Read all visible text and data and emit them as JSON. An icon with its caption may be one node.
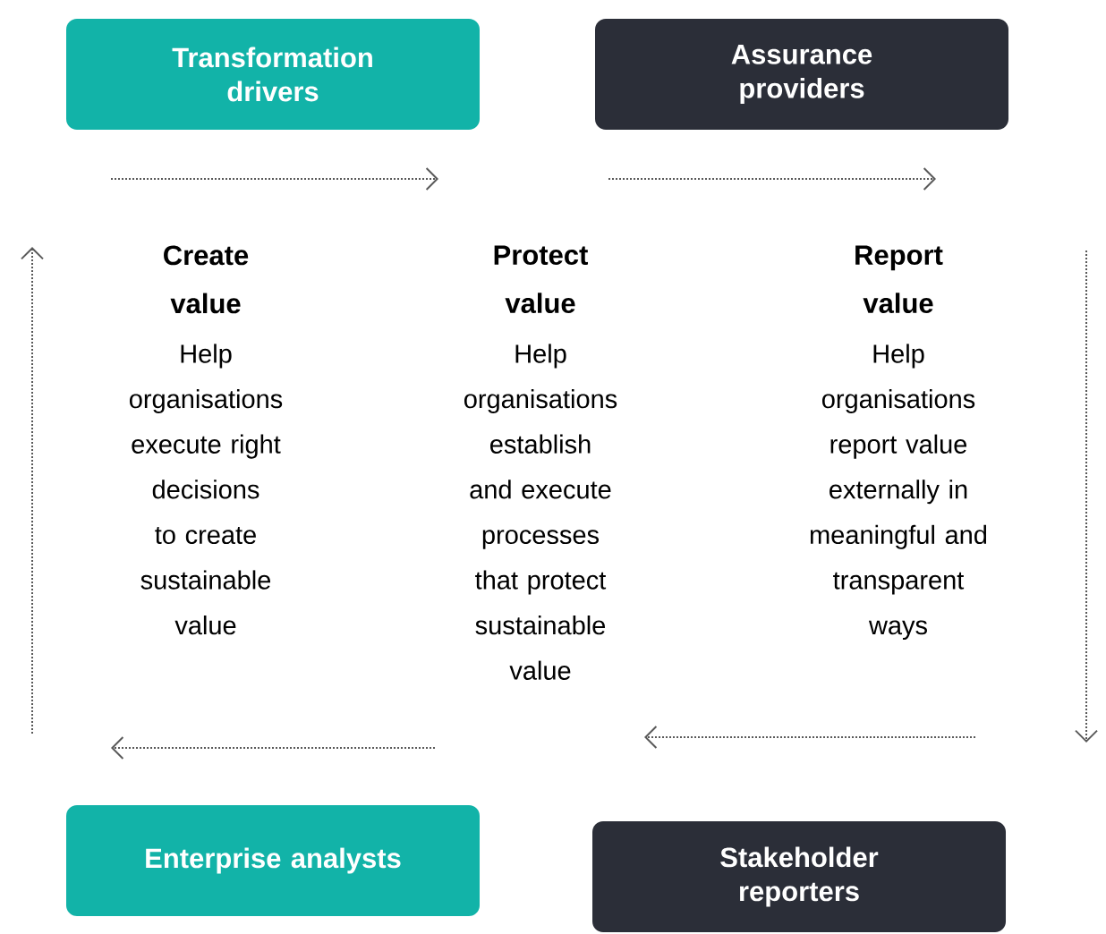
{
  "diagram": {
    "nodes": [
      {
        "text": [
          "Transformation drivers"
        ]
      },
      {
        "text": [
          "Assurance providers"
        ]
      },
      {
        "text": [
          "Enterprise analysts"
        ]
      },
      {
        "text": [
          "Stakeholder reporters"
        ]
      }
    ],
    "labels": [
      "Create value",
      "Help organisations execute right decisions to create sustainable value",
      "Protect value",
      "Help organisations establish and execute processes that protect sustainable value",
      "Report value",
      "Help organisations report value externally in meaningful and transparent ways"
    ]
  }
}
